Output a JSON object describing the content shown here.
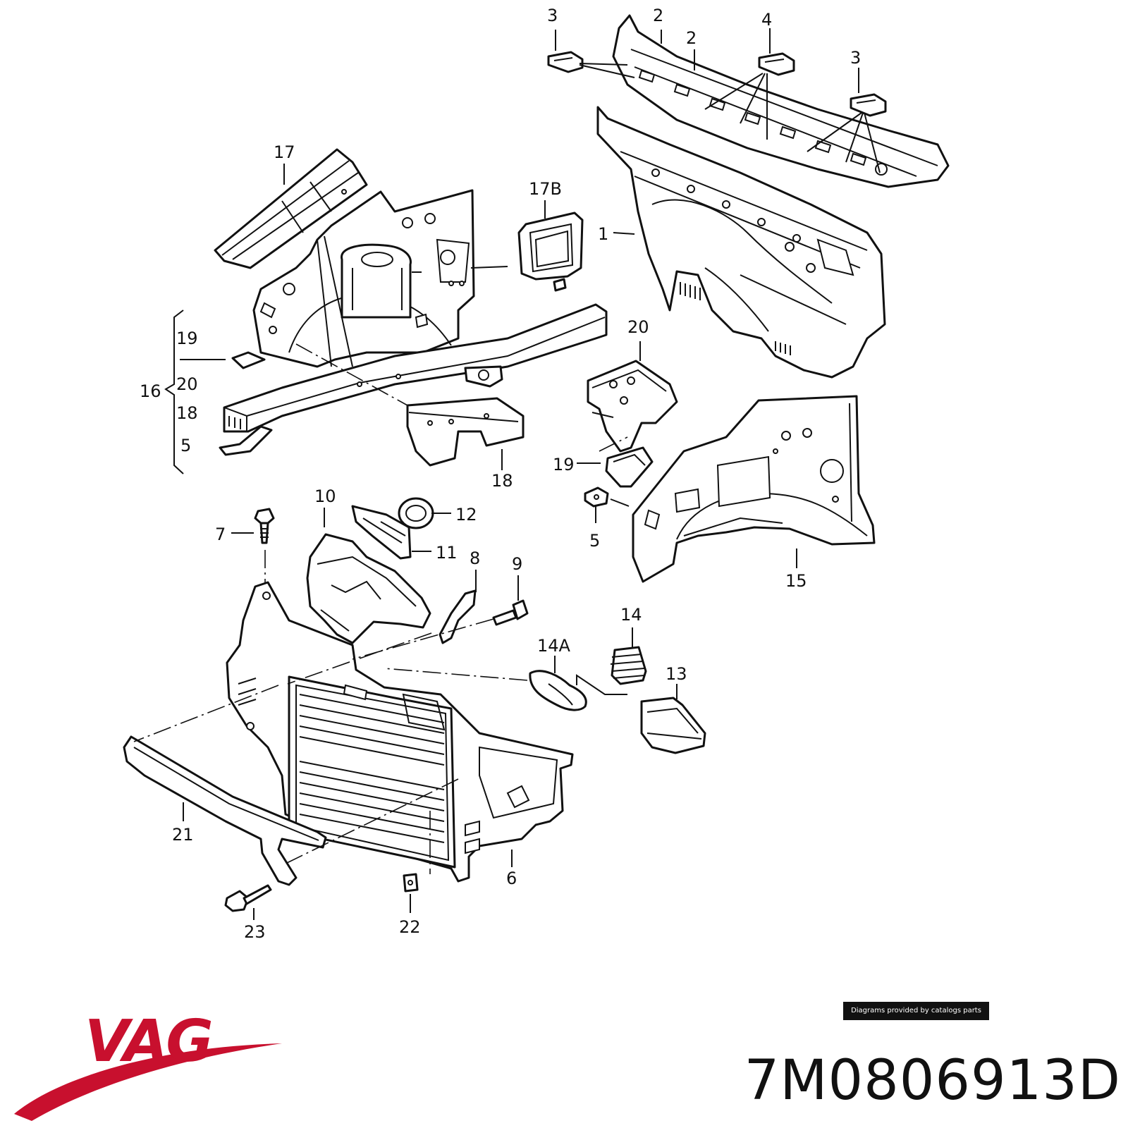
{
  "callouts": {
    "c1": "1",
    "c2a": "2",
    "c2b": "2",
    "c3a": "3",
    "c3b": "3",
    "c4": "4",
    "c5a": "5",
    "c5b": "5",
    "c6": "6",
    "c7": "7",
    "c8": "8",
    "c9": "9",
    "c10": "10",
    "c11": "11",
    "c12": "12",
    "c13": "13",
    "c14": "14",
    "c14A": "14A",
    "c15": "15",
    "c16": "16",
    "c17": "17",
    "c17B": "17B",
    "c18a": "18",
    "c18b": "18",
    "c19a": "19",
    "c19b": "19",
    "c20a": "20",
    "c20b": "20",
    "c21": "21",
    "c22": "22",
    "c23": "23"
  },
  "credit": "Diagrams provided by catalogs parts",
  "brand": {
    "name": "VAG",
    "color": "#c8102e"
  },
  "part_number": "7M0806913D"
}
